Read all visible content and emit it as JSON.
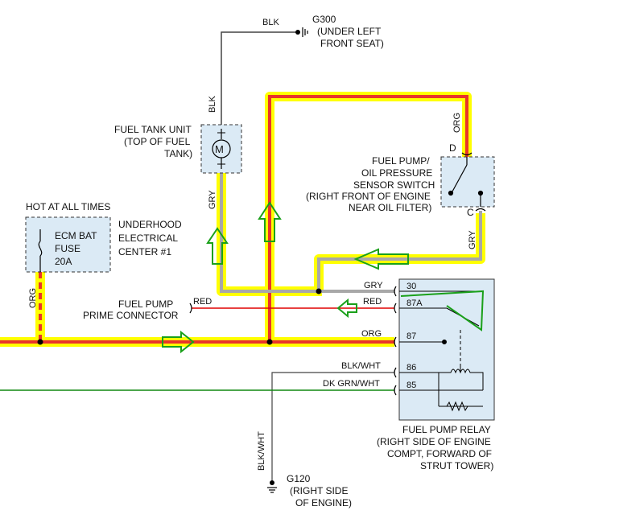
{
  "ground_g300": {
    "id": "G300",
    "line1": "(UNDER LEFT",
    "line2": "FRONT SEAT)"
  },
  "ground_g120": {
    "id": "G120",
    "line1": "(RIGHT SIDE",
    "line2": "OF ENGINE)"
  },
  "fuel_tank_unit": {
    "line1": "FUEL TANK UNIT",
    "line2": "(TOP OF FUEL",
    "line3": "TANK)",
    "motor_symbol": "M"
  },
  "hot_label": "HOT AT ALL TIMES",
  "fuse": {
    "line1": "ECM BAT",
    "line2": "FUSE",
    "line3": "20A"
  },
  "underhood_center": {
    "line1": "UNDERHOOD",
    "line2": "ELECTRICAL",
    "line3": "CENTER #1"
  },
  "prime_connector": {
    "line1": "FUEL PUMP",
    "line2": "PRIME CONNECTOR"
  },
  "pressure_switch": {
    "line1": "FUEL PUMP/",
    "line2": "OIL PRESSURE",
    "line3": "SENSOR SWITCH",
    "line4": "(RIGHT FRONT OF ENGINE",
    "line5": "NEAR OIL FILTER)",
    "pin_d": "D",
    "pin_c": "C"
  },
  "relay": {
    "line1": "FUEL PUMP RELAY",
    "line2": "(RIGHT SIDE OF ENGINE",
    "line3": "COMPT, FORWARD OF",
    "line4": "STRUT TOWER)",
    "pins": [
      "30",
      "87A",
      "87",
      "86",
      "85"
    ]
  },
  "wires": {
    "blk": "BLK",
    "blk_vert": "BLK",
    "gry_tank": "GRY",
    "org_fuse": "ORG",
    "org_switch": "ORG",
    "gry_switch": "GRY",
    "gry_relay": "GRY",
    "red_prime": "RED",
    "red_relay": "RED",
    "org_relay": "ORG",
    "blk_wht": "BLK/WHT",
    "dk_grn_wht": "DK GRN/WHT",
    "blk_wht_vert": "BLK/WHT"
  },
  "colors": {
    "highlight": "#ffff00",
    "org_wire": "#e8342a",
    "gry_wire": "#a8a8a8",
    "red_wire": "#e00000",
    "grn_wire": "#118811",
    "arrow_green": "#1aa01a"
  }
}
